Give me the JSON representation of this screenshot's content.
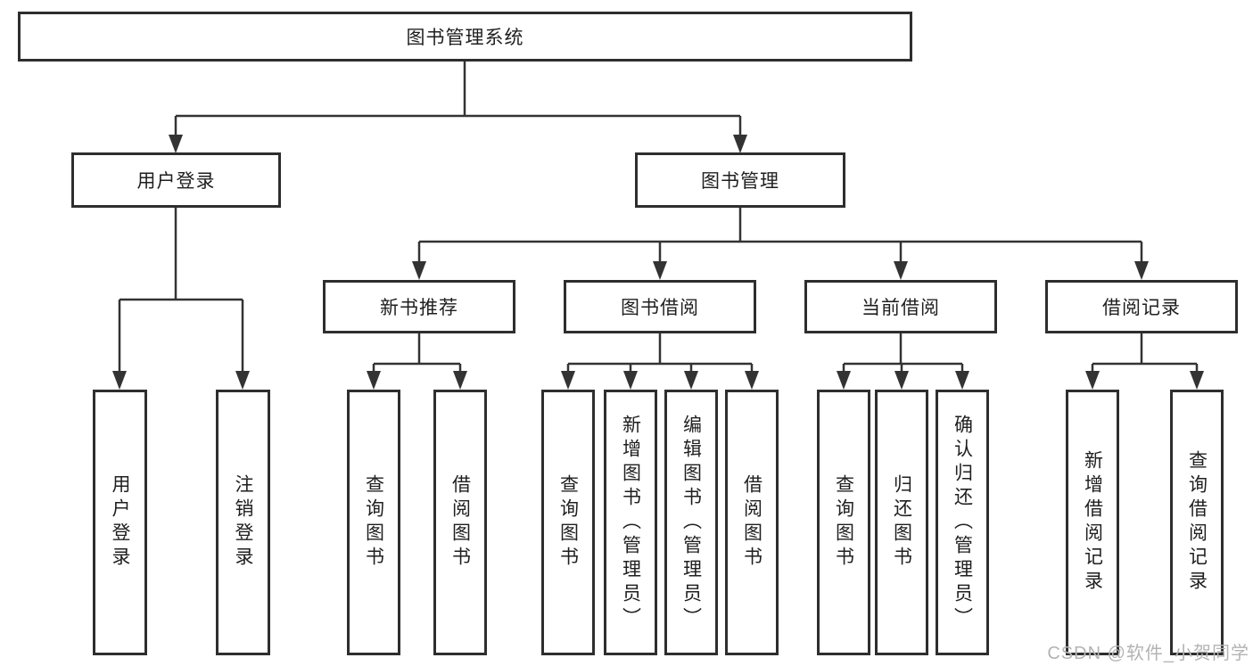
{
  "nodes": {
    "root": "图书管理系统",
    "user_login": "用户登录",
    "book_mgmt": "图书管理",
    "new_book_rec": "新书推荐",
    "book_borrow": "图书借阅",
    "current_borrow": "当前借阅",
    "borrow_record": "借阅记录",
    "login": "用户登录",
    "logout": "注销登录",
    "nb_query": "查询图书",
    "nb_borrow": "借阅图书",
    "bb_query": "查询图书",
    "bb_add": "新增图书（管理员）",
    "bb_edit": "编辑图书（管理员）",
    "bb_borrow": "借阅图书",
    "cb_query": "查询图书",
    "cb_return": "归还图书",
    "cb_confirm": "确认归还（管理员）",
    "br_add": "新增借阅记录",
    "br_query": "查询借阅记录"
  },
  "watermark": {
    "text": "CSDN @软件_小贺同学"
  },
  "colors": {
    "line": "#333333",
    "border": "#2e2e2e",
    "text": "#1f1f1f",
    "watermark": "#b3b3b3",
    "background": "#ffffff"
  }
}
